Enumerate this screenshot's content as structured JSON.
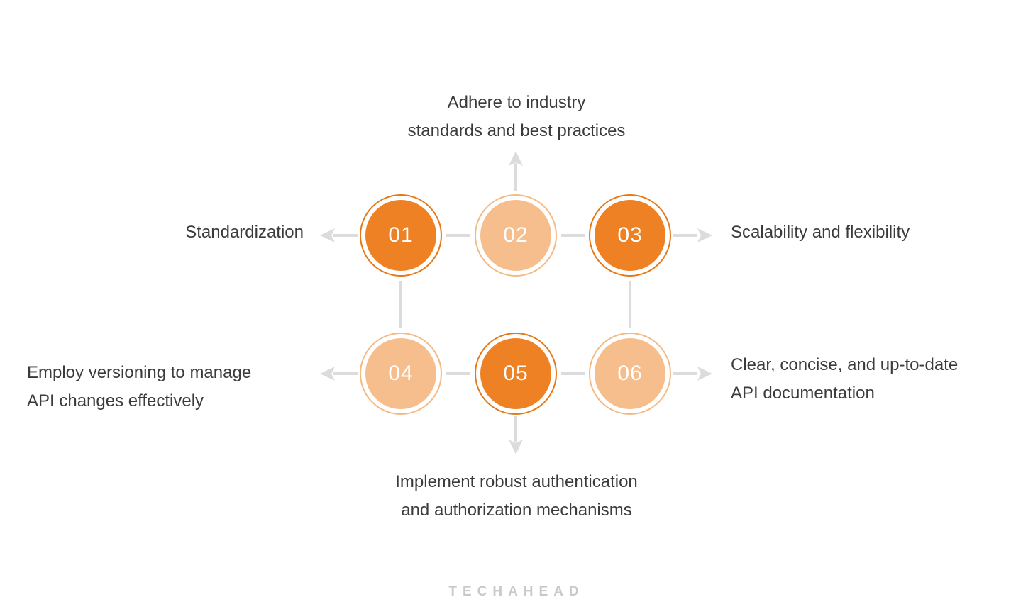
{
  "nodes": [
    {
      "id": "01",
      "tone": "dark"
    },
    {
      "id": "02",
      "tone": "light"
    },
    {
      "id": "03",
      "tone": "dark"
    },
    {
      "id": "04",
      "tone": "light"
    },
    {
      "id": "05",
      "tone": "dark"
    },
    {
      "id": "06",
      "tone": "light"
    }
  ],
  "labels": {
    "top": {
      "line1": "Adhere to industry",
      "line2": "standards and best practices"
    },
    "left_row1": {
      "line1": "Standardization"
    },
    "right_row1": {
      "line1": "Scalability and flexibility"
    },
    "left_row2": {
      "line1": "Employ versioning to manage",
      "line2": "API changes effectively"
    },
    "right_row2": {
      "line1": "Clear, concise, and up-to-date",
      "line2": "API documentation"
    },
    "bottom": {
      "line1": "Implement robust authentication",
      "line2": "and authorization mechanisms"
    }
  },
  "watermark": "TECHAHEAD",
  "colors": {
    "accent_dark": "#EE8123",
    "accent_light": "#F6BE8D",
    "connector": "#DCDCDC",
    "text": "#3B3B3B",
    "watermark": "#C9C9C9"
  }
}
